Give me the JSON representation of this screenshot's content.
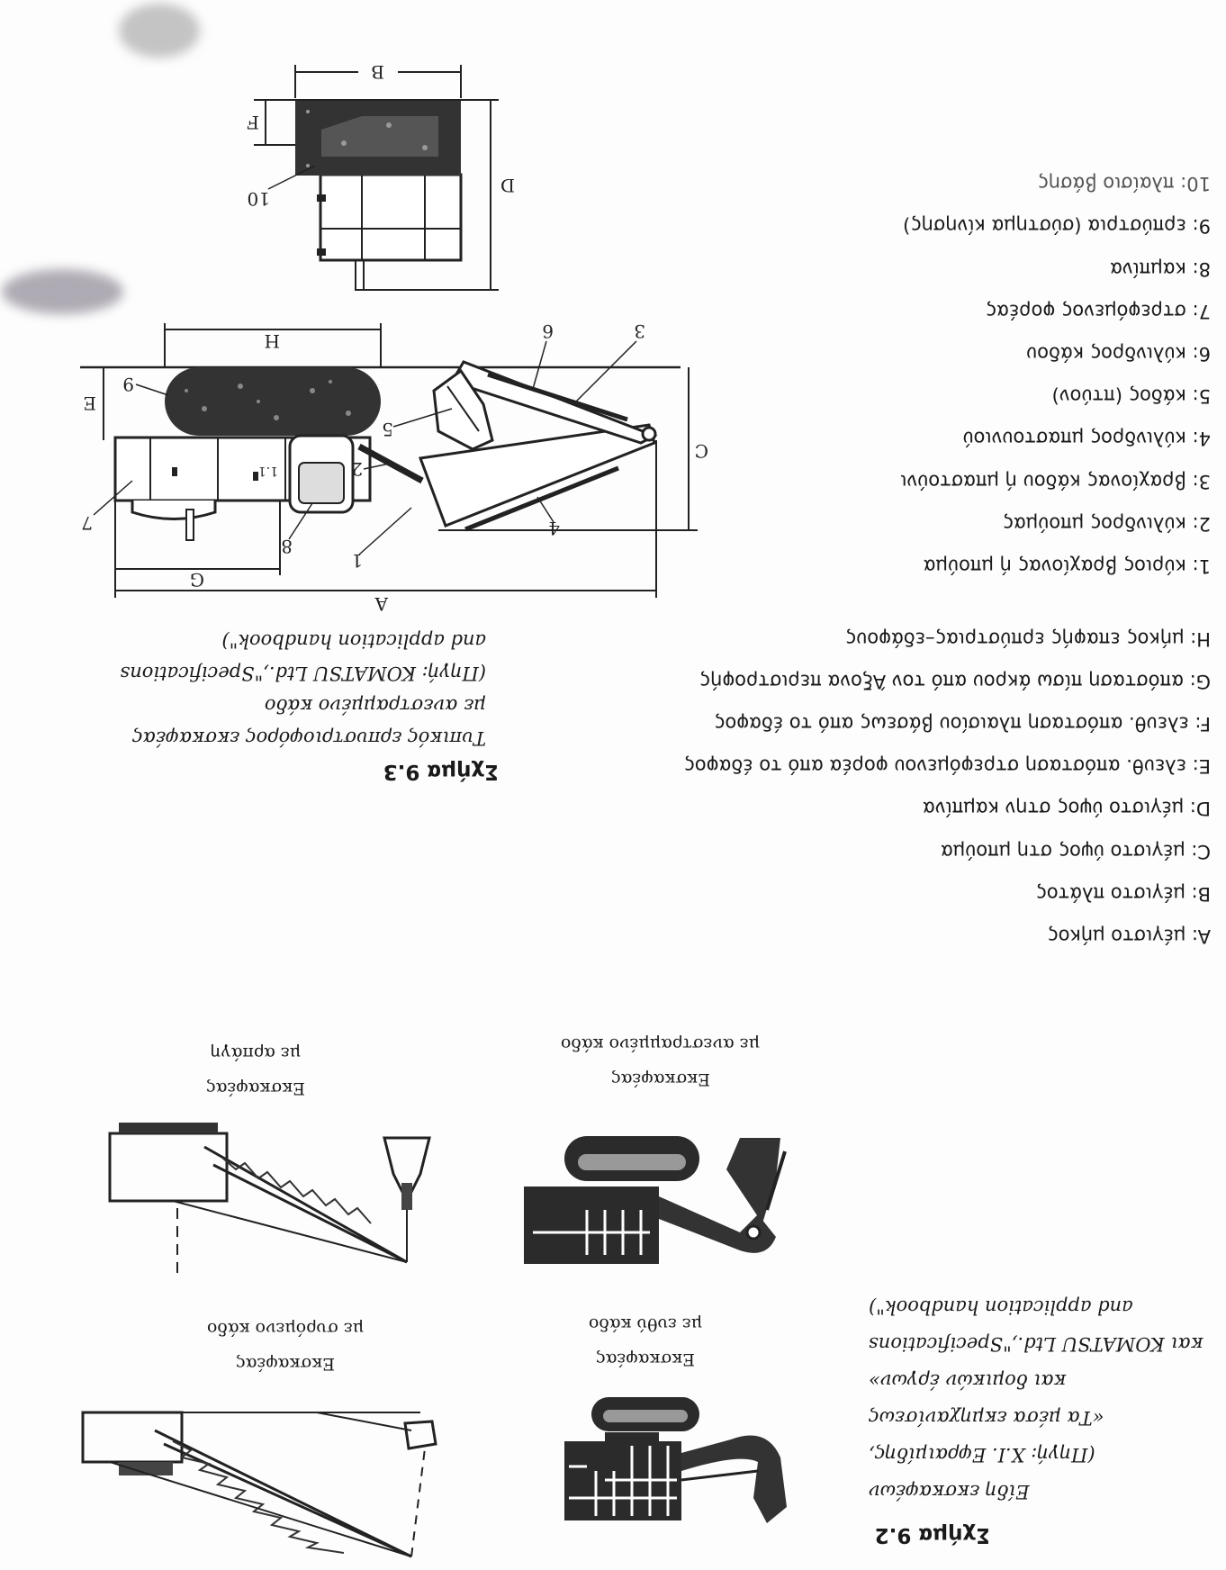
{
  "figure_9_2": {
    "title": "Σχήμα 9.2",
    "caption": [
      "Είδη εκσκαφέων",
      "(Πηγή: Χ.Ι. Εφραιμίδης,",
      "«Τα μέσα εκμηχανίσεως",
      "και δομικών έργων»",
      "και KOMATSU Ltd.,\"Specifications",
      "and application handbook\")"
    ],
    "panels": {
      "straight_bucket": [
        "Εκσκαφέας",
        "με ευθύ κάδο"
      ],
      "dragline": [
        "Εκσκαφέας",
        "με συρόμενο κάδο"
      ],
      "backhoe": [
        "Εκσκαφέας",
        "με ανεστραμμένο κάδο"
      ],
      "clamshell": [
        "Εκσκαφέας",
        "με αρπάγη"
      ]
    }
  },
  "dimensions_legend": [
    "A: μέγιστο μήκος",
    "B: μέγιστο πλάτος",
    "C: μέγιστο ύψος στη μπούμα",
    "D: μέγιστο ύψος στην καμπίνα",
    "E: ελευθ. απόσταση στρεφόμενου φορέα από το έδαφος",
    "F: ελευθ. απόσταση πλαισίου βάσεως από το έδαφος",
    "G: απόσταση πίσω άκρου από τον Άξονα περιστροφής",
    "H: μήκος επαφής ερπύστριας–εδάφους"
  ],
  "figure_9_3": {
    "title": "Σχήμα 9.3",
    "caption": [
      "Τυπικός ερπυστριοφόρος εκσκαφέας",
      "με ανεστραμμένο κάδο",
      "(Πηγή: KOMATSU Ltd.,\"Specifications",
      "and application handbook\")"
    ],
    "side_view": {
      "dims": {
        "A": "A",
        "C": "C",
        "E": "E",
        "G": "G",
        "H": "H"
      },
      "parts": [
        "1",
        "2",
        "3",
        "4",
        "5",
        "6",
        "7",
        "8",
        "9"
      ],
      "cab_plate": "1.1"
    },
    "front_view": {
      "dims": {
        "B": "B",
        "D": "D",
        "F": "F"
      },
      "parts": [
        "10"
      ]
    }
  },
  "parts_legend": [
    "1: κύριος βραχίονας ή μπούμα",
    "2: κύλινδρος μπούμας",
    "3: βραχίονας κάδου ή μπαστούνι",
    "4: κύλινδρος μπαστουνιού",
    "5: κάδος (πτύον)",
    "6: κύλινδρος κάδου",
    "7: στρεφόμενος φορέας",
    "8: καμπίνα",
    "9: ερπύστρια (σύστημα κίνησης)",
    "10: πλαίσιο βάσης"
  ]
}
